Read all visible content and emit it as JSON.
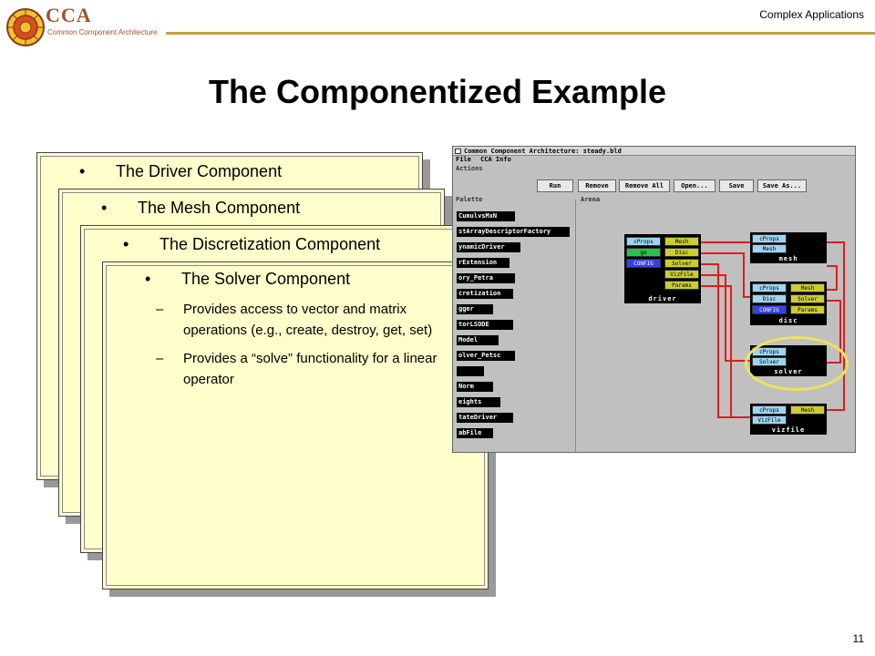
{
  "header": {
    "logo_text": "CCA",
    "logo_subtitle": "Common Component Architecture",
    "section": "Complex Applications"
  },
  "slide": {
    "title": "The Componentized Example",
    "page_number": "11"
  },
  "cards": [
    {
      "title": "The Driver Component",
      "bullet": "•"
    },
    {
      "title": "The Mesh Component",
      "bullet": "•"
    },
    {
      "title": "The Discretization Component",
      "bullet": "•"
    },
    {
      "title": "The Solver Component",
      "bullet": "•",
      "items": [
        "Provides access to vector and matrix operations (e.g., create, destroy, get, set)",
        "Provides a “solve” functionality for a linear operator"
      ],
      "dash": "–"
    }
  ],
  "app_window": {
    "title": "Common Component Architecture: steady.bld",
    "menu": [
      "File",
      "CCA Info"
    ],
    "actions_label": "Actions",
    "buttons": [
      "Run",
      "Remove",
      "Remove All",
      "Open...",
      "Save",
      "Save As..."
    ],
    "palette_label": "Palette",
    "arena_label": "Arena",
    "palette_items": [
      "CumulvsMxN",
      "stArrayDescriptorFactory",
      "ynamicDriver",
      "rExtension",
      "ory_Petra",
      "cretization",
      "gger",
      "torLSODE",
      "Model",
      "olver_Petsc",
      "",
      "Norm",
      "eights",
      "tateDriver",
      "abFile"
    ],
    "components": {
      "driver": {
        "name": "driver",
        "ports": [
          "cProps",
          "Mesh",
          "go",
          "Disc",
          "CONFIG",
          "Solver",
          "VizFile",
          "Params"
        ]
      },
      "mesh": {
        "name": "mesh",
        "ports": [
          "cProps",
          "Mesh"
        ]
      },
      "disc": {
        "name": "disc",
        "ports": [
          "cProps",
          "Mesh",
          "Disc",
          "Solver",
          "CONFIG",
          "Params"
        ]
      },
      "solver": {
        "name": "solver",
        "ports": [
          "cProps",
          "Solver"
        ]
      },
      "vizfile": {
        "name": "vizfile",
        "ports": [
          "cProps",
          "Mesh",
          "VizFile"
        ]
      }
    },
    "colors": {
      "uses_port": "#9fd4f2",
      "provides_port": "#cccc33",
      "go_port": "#2ebf4f",
      "config_port": "#3344dd",
      "wire": "#e31b1b",
      "highlight": "#f0e25a"
    }
  },
  "colors": {
    "card_bg": "#ffffcc",
    "logo_brown": "#a0522d",
    "header_rule": "#c3a13f"
  }
}
